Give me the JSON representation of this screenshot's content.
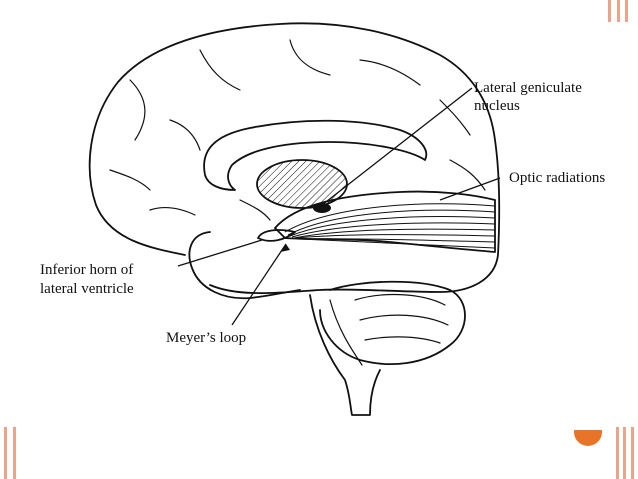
{
  "labels": {
    "lateral_geniculate_1": "Lateral geniculate",
    "lateral_geniculate_2": "nucleus",
    "optic_radiations": "Optic radiations",
    "inferior_horn_1": "Inferior  horn of",
    "inferior_horn_2": "lateral ventricle",
    "meyers_loop": "Meyer’s loop"
  },
  "colors": {
    "accent_bars": "#e9a48a",
    "accent_dot": "#e8742a",
    "line": "#111111"
  }
}
